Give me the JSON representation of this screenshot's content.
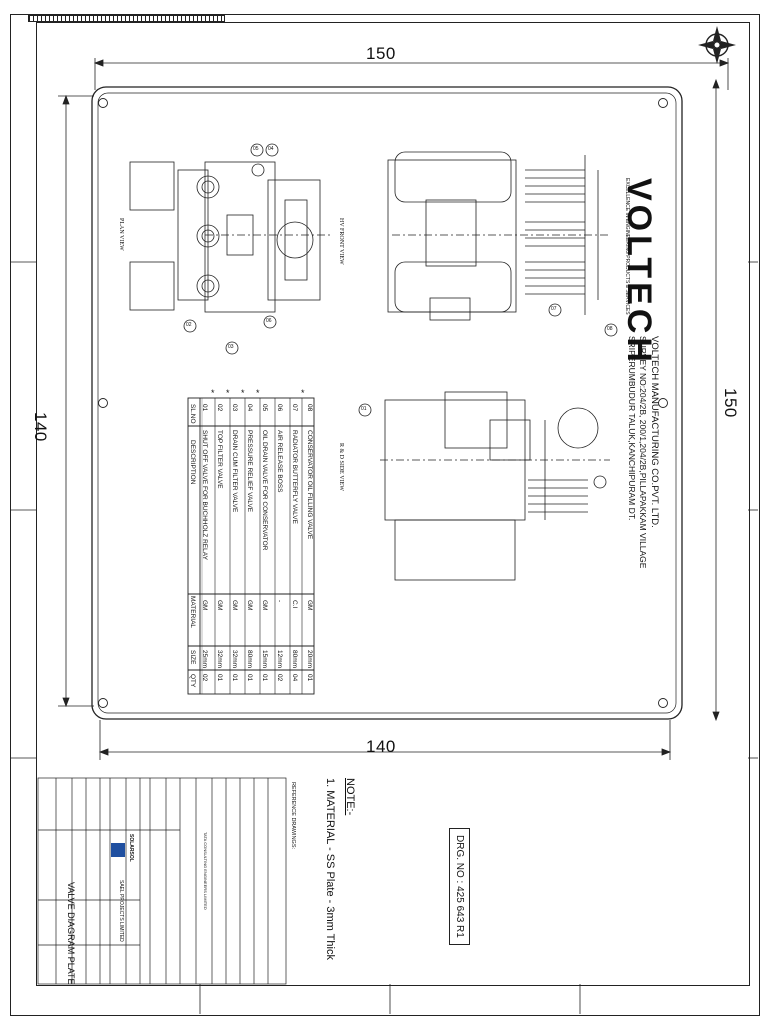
{
  "dimensions": {
    "top_width": "150",
    "bottom_width": "140",
    "left_height": "140",
    "right_height": "150"
  },
  "brand": {
    "logo_text": "VOLTECH",
    "tagline": "EXCELLENCE IN ENGINEERING PRODUCTS & SERVICES"
  },
  "company": {
    "name": "VOLTECH MANUFACTURING CO.PVT. LTD.",
    "address_line1": "SURVEY NO:204/2B, 200/1,204/2B,PILLAPAKKAM VILLAGE",
    "address_line2": "SRIPERUMBUDUR TALUK,KANCHIPURAM DT."
  },
  "views": {
    "plan": "PLAN VIEW",
    "hv_front": "HV FRONT VIEW",
    "rd_side": "R & D SIDE VIEW"
  },
  "table": {
    "headers": [
      "SL.NO",
      "DESCRIPTION",
      "MATERIAL",
      "SIZE",
      "QTY"
    ],
    "rows": [
      {
        "star": "*",
        "sl": "08",
        "desc": "CONSERVATOR OIL FILLING VALVE",
        "material": "GM",
        "size": "20mm",
        "qty": "01"
      },
      {
        "star": "",
        "sl": "07",
        "desc": "RADIATOR BUTTERFLY VALVE",
        "material": "C.I",
        "size": "80mm",
        "qty": "04"
      },
      {
        "star": "",
        "sl": "06",
        "desc": "AIR RELEASE BOSS",
        "material": "-",
        "size": "12mm",
        "qty": "02"
      },
      {
        "star": "*",
        "sl": "05",
        "desc": "OIL DRAIN VALVE FOR CONSERVATOR",
        "material": "GM",
        "size": "15mm",
        "qty": "01"
      },
      {
        "star": "*",
        "sl": "04",
        "desc": "PRESSURE RELIEF VALVE",
        "material": "GM",
        "size": "80mm",
        "qty": "01"
      },
      {
        "star": "*",
        "sl": "03",
        "desc": "DRAIN CUM FILTER VALVE",
        "material": "GM",
        "size": "32mm",
        "qty": "01"
      },
      {
        "star": "*",
        "sl": "02",
        "desc": "TOP FILTER VALVE",
        "material": "GM",
        "size": "32mm",
        "qty": "01"
      },
      {
        "star": "",
        "sl": "01",
        "desc": "SHUT OFF VALVE FOR BUCHHOLZ RELAY",
        "material": "GM",
        "size": "25mm",
        "qty": "02"
      }
    ]
  },
  "callouts": [
    "01",
    "02",
    "03",
    "04",
    "05",
    "06",
    "07",
    "08"
  ],
  "notes": {
    "heading": "NOTE:-",
    "item1": "1. MATERIAL - SS Plate - 3mm Thick"
  },
  "drawing_number": "DRG. NO : 425 643 R1",
  "title_block": {
    "reference": "REFERENCE DRAWINGS:",
    "client": "TATA CONSULTING ENGINEERS LIMITED",
    "project_co": "SAEL PROJECTS LIMITED",
    "partner_logo": "SOLARSOL",
    "title": "VALVE DIAGRAM PLATE"
  },
  "colors": {
    "line": "#222222",
    "logo_blue": "#1f4fa0"
  }
}
